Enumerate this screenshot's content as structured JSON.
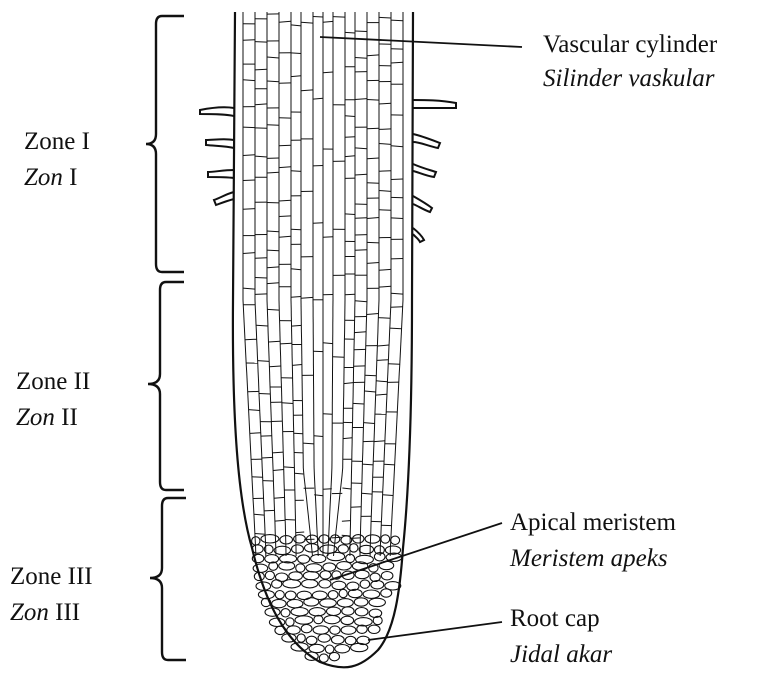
{
  "labels": {
    "vascular_cylinder": {
      "en": "Vascular cylinder",
      "ms": "Silinder vaskular"
    },
    "apical_meristem": {
      "en": "Apical meristem",
      "ms": "Meristem apeks"
    },
    "root_cap": {
      "en": "Root cap",
      "ms": "Jidal akar"
    }
  },
  "zones": [
    {
      "en": "Zone I",
      "ms_word": "Zon",
      "ms_num": "I"
    },
    {
      "en": "Zone II",
      "ms_word": "Zon",
      "ms_num": "II"
    },
    {
      "en": "Zone III",
      "ms_word": "Zon",
      "ms_num": "III"
    }
  ],
  "colors": {
    "ink": "#111111",
    "background": "#ffffff"
  }
}
